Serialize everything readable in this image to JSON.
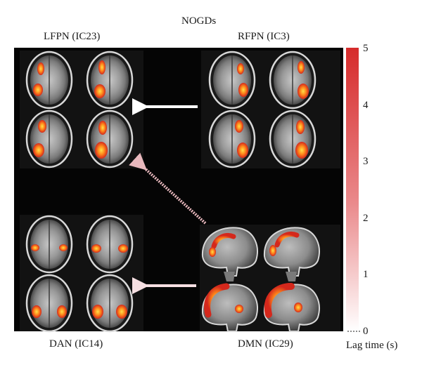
{
  "figure": {
    "title": "NOGDs",
    "networks": [
      {
        "label": "LFPN (IC23)",
        "view": "axial"
      },
      {
        "label": "RFPN (IC3)",
        "view": "axial"
      },
      {
        "label": "DAN (IC14)",
        "view": "axial"
      },
      {
        "label": "DMN (IC29)",
        "view": "sagittal"
      }
    ],
    "colorbar": {
      "ticks": [
        "5",
        "4",
        "3",
        "2",
        "1",
        "0"
      ],
      "label": "Lag time (s)",
      "range": [
        0,
        5
      ],
      "color_high": "#d62b2b",
      "color_low": "#ffffff"
    },
    "arrows": [
      {
        "from": "RFPN (IC3)",
        "to": "LFPN (IC23)",
        "color": "#ffffff"
      },
      {
        "from": "DMN (IC29)",
        "to": "LFPN (IC23)",
        "color": "#e8b8bd"
      },
      {
        "from": "DMN (IC29)",
        "to": "DAN (IC14)",
        "color": "#f6dfe2"
      }
    ]
  }
}
